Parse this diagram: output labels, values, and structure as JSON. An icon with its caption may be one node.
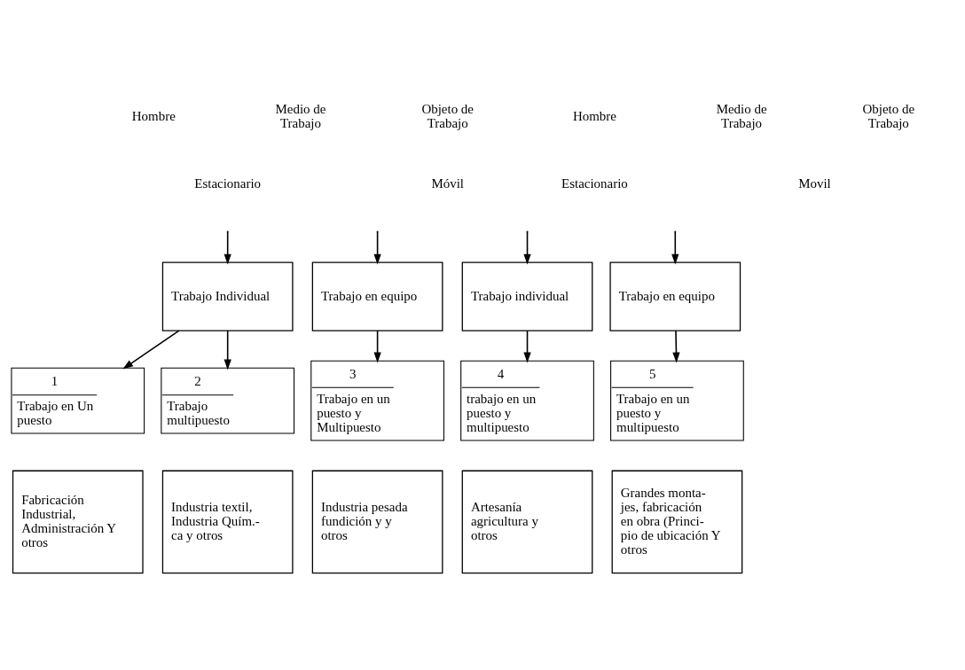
{
  "diagram": {
    "nodes": [
      {
        "text": [
          "Trabajo Individual"
        ]
      },
      {
        "text": [
          "Trabajo en equipo"
        ]
      },
      {
        "text": [
          "Trabajo individual"
        ]
      },
      {
        "text": [
          "Trabajo en equipo"
        ]
      },
      {
        "text": [
          "1",
          "Trabajo en Un puesto"
        ]
      },
      {
        "text": [
          "2",
          "Trabajo multipuesto"
        ]
      },
      {
        "text": [
          "3",
          "Trabajo en un puesto y Multipuesto"
        ]
      },
      {
        "text": [
          "4",
          "trabajo en un puesto y multipuesto"
        ]
      },
      {
        "text": [
          "5",
          "Trabajo en un puesto y multipuesto"
        ]
      },
      {
        "text": [
          "Fabricación Industrial, Administración Y otros"
        ]
      },
      {
        "text": [
          "Industria textil, Industria Quím.- ca y otros"
        ]
      },
      {
        "text": [
          "Industria pesada fundición y y otros"
        ]
      },
      {
        "text": [
          "Artesanía agricultura y otros"
        ]
      },
      {
        "text": [
          "Grandes monta- jes, fabricación en obra (Princi- pio de ubicación Y otros"
        ]
      }
    ],
    "edges": [
      {
        "from": null,
        "to": 0,
        "arrow": "to"
      },
      {
        "from": null,
        "to": 1,
        "arrow": "to"
      },
      {
        "from": null,
        "to": 2,
        "arrow": "to"
      },
      {
        "from": null,
        "to": 3,
        "arrow": "to"
      },
      {
        "from": 0,
        "to": 4,
        "arrow": "to"
      },
      {
        "from": 0,
        "to": 5,
        "arrow": "to"
      },
      {
        "from": 1,
        "to": 6,
        "arrow": "to"
      },
      {
        "from": 2,
        "to": 7,
        "arrow": "to"
      },
      {
        "from": 3,
        "to": 8,
        "arrow": "to"
      }
    ],
    "labels": [
      "Hombre",
      "Medio de Trabajo",
      "Objeto de Trabajo",
      "Hombre",
      "Medio de Trabajo",
      "Objeto de Trabajo",
      "Estacionario",
      "Móvil",
      "Estacionario",
      "Movil"
    ]
  }
}
